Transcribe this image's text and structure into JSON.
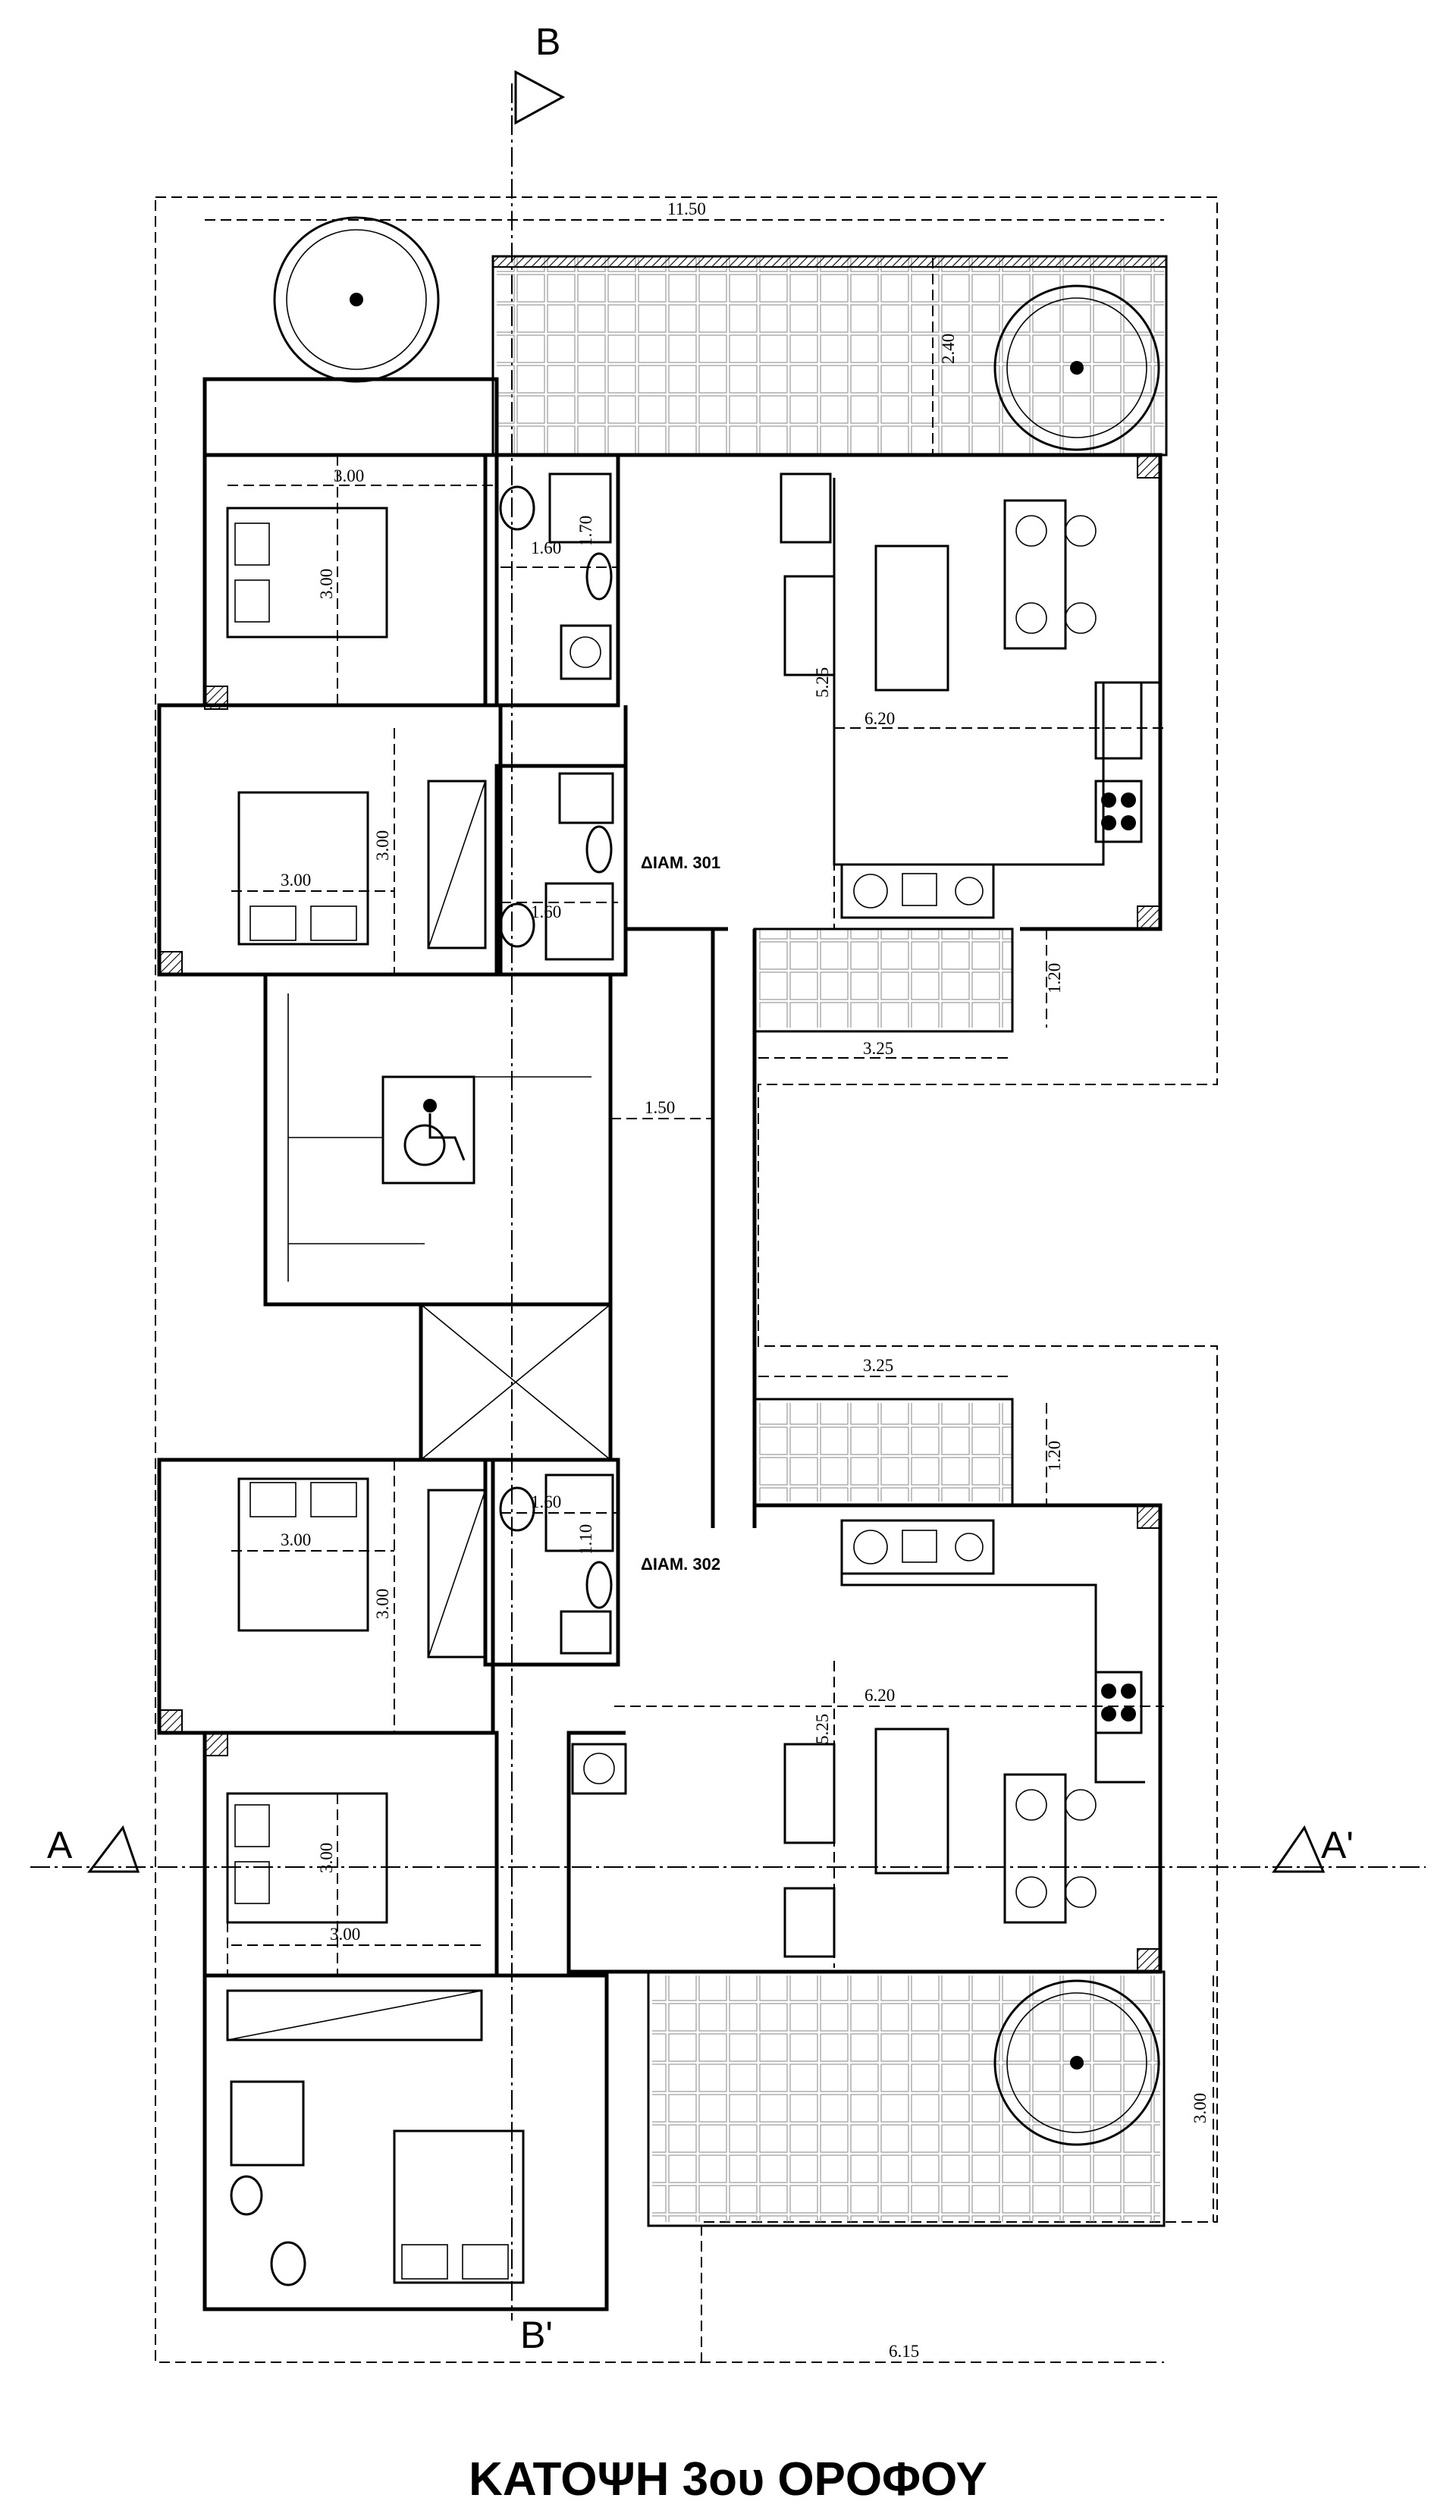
{
  "drawing_title": "ΚΑΤΟΨΗ 3ου ΟΡΟΦΟΥ",
  "section_marks": {
    "b_top": "B",
    "b_bottom": "B'",
    "a_left": "A",
    "a_right": "A'"
  },
  "apartments": {
    "unit_301": "ΔΙΑΜ. 301",
    "unit_302": "ΔΙΑΜ. 302"
  },
  "dimensions": {
    "overall_width": "11.50",
    "top_terrace_depth": "2.40",
    "bed1_width": "3.00",
    "bed1_depth": "3.00",
    "bath1_width": "1.60",
    "bath1_depth": "1.70",
    "living1_depth": "5.25",
    "living1_width": "6.20",
    "bed2_width": "3.00",
    "bed2_depth": "3.00",
    "bath2_width": "1.60",
    "balcony1_depth": "1.20",
    "balcony1_width": "3.25",
    "corridor_width": "1.50",
    "balcony2_width": "3.25",
    "balcony2_depth": "1.20",
    "bath3_width": "1.60",
    "bath3_depth": "1.10",
    "bed3_width": "3.00",
    "bed3_depth": "3.00",
    "living2_width": "6.20",
    "living2_depth": "5.25",
    "bed4_depth": "3.00",
    "bed4_width": "3.00",
    "bottom_terrace_depth": "3.00",
    "bottom_terrace_width": "6.15"
  }
}
